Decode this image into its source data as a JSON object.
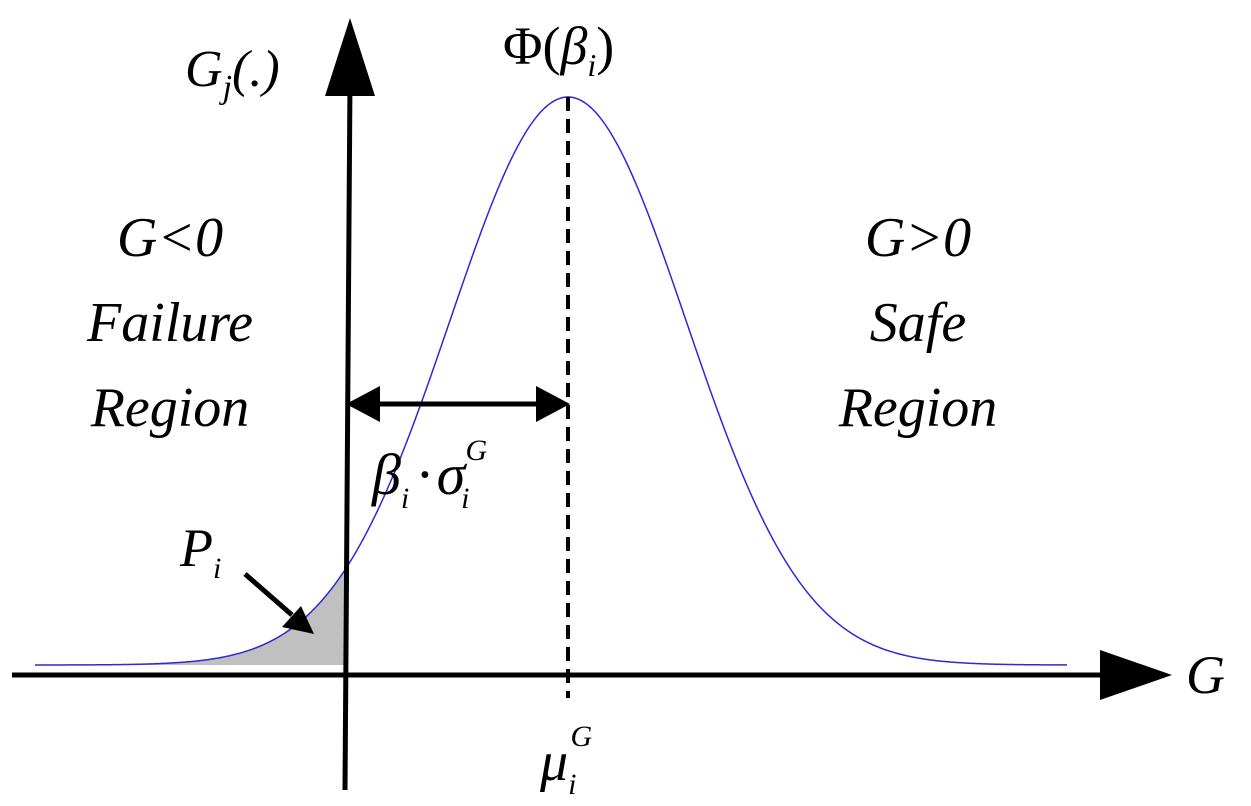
{
  "axes": {
    "y_label": {
      "base": "G",
      "sub": "j",
      "suffix": "(.)"
    },
    "x_label": "G"
  },
  "peak_label": {
    "prefix": "Φ(",
    "symbol": "β",
    "sub": "i",
    "suffix": ")"
  },
  "left_region": {
    "line1": "G<0",
    "line2": "Failure",
    "line3": "Region"
  },
  "right_region": {
    "line1": "G>0",
    "line2": "Safe",
    "line3": "Region"
  },
  "distance_label": {
    "beta": "β",
    "beta_sub": "i",
    "dot": "·",
    "sigma": "σ",
    "sigma_sub": "i",
    "sigma_sup": "G"
  },
  "probability_label": {
    "base": "P",
    "sub": "i"
  },
  "mean_label": {
    "base": "μ",
    "sub": "i",
    "sup": "G"
  },
  "colors": {
    "curve": "#2a2ad6",
    "failure_area": "#c0c0c0",
    "axes": "#000000"
  }
}
